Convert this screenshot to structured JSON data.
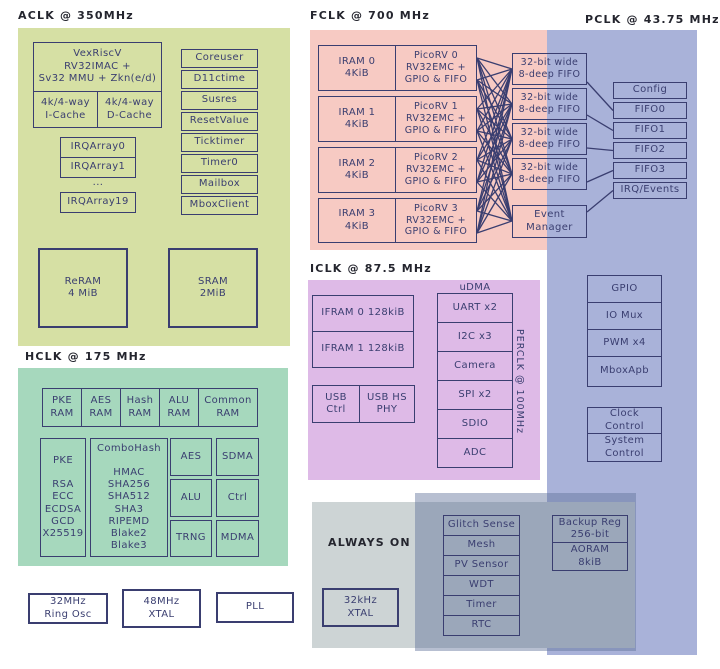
{
  "colors": {
    "ink": "#3a3e70",
    "title_text": "#24252e",
    "aclk_green": "#d6e0a4",
    "hclk_teal": "#a6d8bd",
    "fclk_pink": "#f7cac3",
    "pclk_blue": "#a9b2d9",
    "iclk_purple": "#debae7",
    "always_on_gray": "#cdd4d5",
    "secure_slate_overlay": "rgba(96,112,154,0.45)"
  },
  "aclk": {
    "title": "ACLK @ 350MHz",
    "cpu": "VexRiscV\nRV32IMAC +\nSv32 MMU + Zkn(e/d)",
    "icache": "4k/4-way\nI-Cache",
    "dcache": "4k/4-way\nD-Cache",
    "irq": [
      "IRQArray0",
      "IRQArray1",
      "...",
      "IRQArray19"
    ],
    "peripherals": [
      "Coreuser",
      "D11ctime",
      "Susres",
      "ResetValue",
      "Ticktimer",
      "Timer0",
      "Mailbox",
      "MboxClient"
    ],
    "reram": "ReRAM\n4 MiB",
    "sram": "SRAM\n2MiB"
  },
  "fclk": {
    "title": "FCLK @ 700 MHz",
    "irams": [
      "IRAM 0\n4KiB",
      "IRAM 1\n4KiB",
      "IRAM 2\n4KiB",
      "IRAM 3\n4KiB"
    ],
    "cores": [
      "PicoRV 0\nRV32EMC +\nGPIO & FIFO",
      "PicoRV 1\nRV32EMC +\nGPIO & FIFO",
      "PicoRV 2\nRV32EMC +\nGPIO & FIFO",
      "PicoRV 3\nRV32EMC +\nGPIO & FIFO"
    ],
    "fifo": "32-bit wide\n8-deep FIFO",
    "event_manager": "Event\nManager"
  },
  "pclk": {
    "title": "PCLK @ 43.75 MHz",
    "registers": [
      "Config",
      "FIFO0",
      "FIFO1",
      "FIFO2",
      "FIFO3",
      "IRQ/Events"
    ],
    "peripherals": [
      "GPIO",
      "IO Mux",
      "PWM x4",
      "MboxApb"
    ],
    "control": [
      "Clock\nControl",
      "System\nControl"
    ]
  },
  "iclk": {
    "title": "ICLK @ 87.5 MHz",
    "udma_label": "uDMA",
    "ifram": [
      "IFRAM 0 128kiB",
      "IFRAM 1 128kiB"
    ],
    "udma": [
      "UART x2",
      "I2C x3",
      "Camera",
      "SPI x2",
      "SDIO",
      "ADC"
    ],
    "usb": [
      "USB\nCtrl",
      "USB HS\nPHY"
    ],
    "perclk_label": "PERCLK @ 100MHz"
  },
  "hclk": {
    "title": "HCLK @ 175 MHz",
    "rams": [
      "PKE\nRAM",
      "AES\nRAM",
      "Hash\nRAM",
      "ALU\nRAM",
      "Common\nRAM"
    ],
    "pke": "PKE\n\nRSA\nECC\nECDSA\nGCD\nX25519",
    "combohash": "ComboHash\n\nHMAC\nSHA256\nSHA512\nSHA3\nRIPEMD\nBlake2\nBlake3",
    "engines": [
      "AES",
      "SDMA",
      "ALU",
      "Ctrl",
      "TRNG",
      "MDMA"
    ]
  },
  "always_on": {
    "label": "ALWAYS ON",
    "xtal": "32kHz\nXTAL",
    "monitors": [
      "Glitch Sense",
      "Mesh",
      "PV Sensor",
      "WDT",
      "Timer",
      "RTC"
    ],
    "backup_reg": "Backup Reg\n256-bit",
    "aoram": "AORAM\n8kiB"
  },
  "clock_sources": [
    "32MHz\nRing Osc",
    "48MHz\nXTAL",
    "PLL"
  ]
}
